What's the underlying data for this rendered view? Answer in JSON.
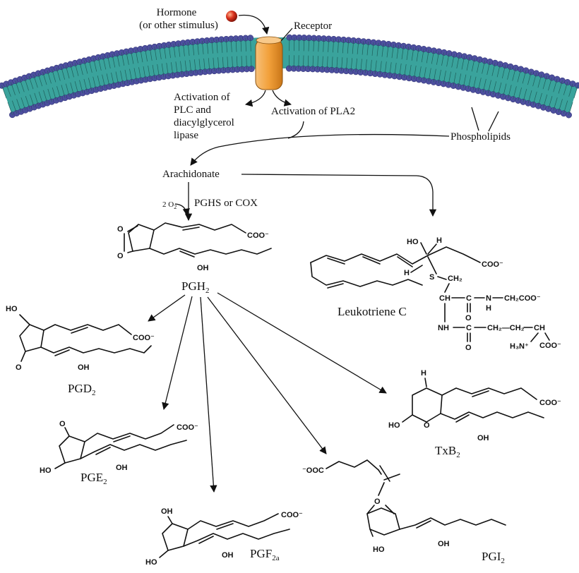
{
  "labels": {
    "hormone": "Hormone",
    "hormone_sub": "(or other stimulus)",
    "receptor": "Receptor",
    "plc_1": "Activation of",
    "plc_2": "PLC and",
    "plc_3": "diacylglycerol",
    "plc_4": "lipase",
    "pla2": "Activation of PLA2",
    "phospholipids": "Phospholipids",
    "arachidonate": "Arachidonate",
    "o2": "2 O",
    "o2_sub": "2",
    "pghs": "PGHS or COX",
    "pgh": "PGH",
    "pgh_sub": "2",
    "leukotriene": "Leukotriene C",
    "pgd": "PGD",
    "pgd_sub": "2",
    "pge": "PGE",
    "pge_sub": "2",
    "pgf": "PGF",
    "pgf_sub": "2a",
    "pgi": "PGI",
    "pgi_sub": "2",
    "txb": "TxB",
    "txb_sub": "2"
  },
  "atoms": {
    "coo_minus": "COO⁻",
    "ooc_minus": "⁻OOC",
    "oh": "OH",
    "ho": "HO",
    "o": "O",
    "h": "H",
    "s": "S",
    "ch": "CH",
    "ch2": "CH₂",
    "c": "C",
    "n": "N",
    "nh": "NH",
    "ch2coo": "CH₂COO⁻",
    "ch2ch2": "CH₂—CH₂",
    "h3n": "H₃N⁺"
  },
  "colors": {
    "membrane_teal": "#3aa39c",
    "membrane_head": "#4d4f9e",
    "receptor_orange": "#f2a03a",
    "hormone_red": "#d8301c"
  }
}
